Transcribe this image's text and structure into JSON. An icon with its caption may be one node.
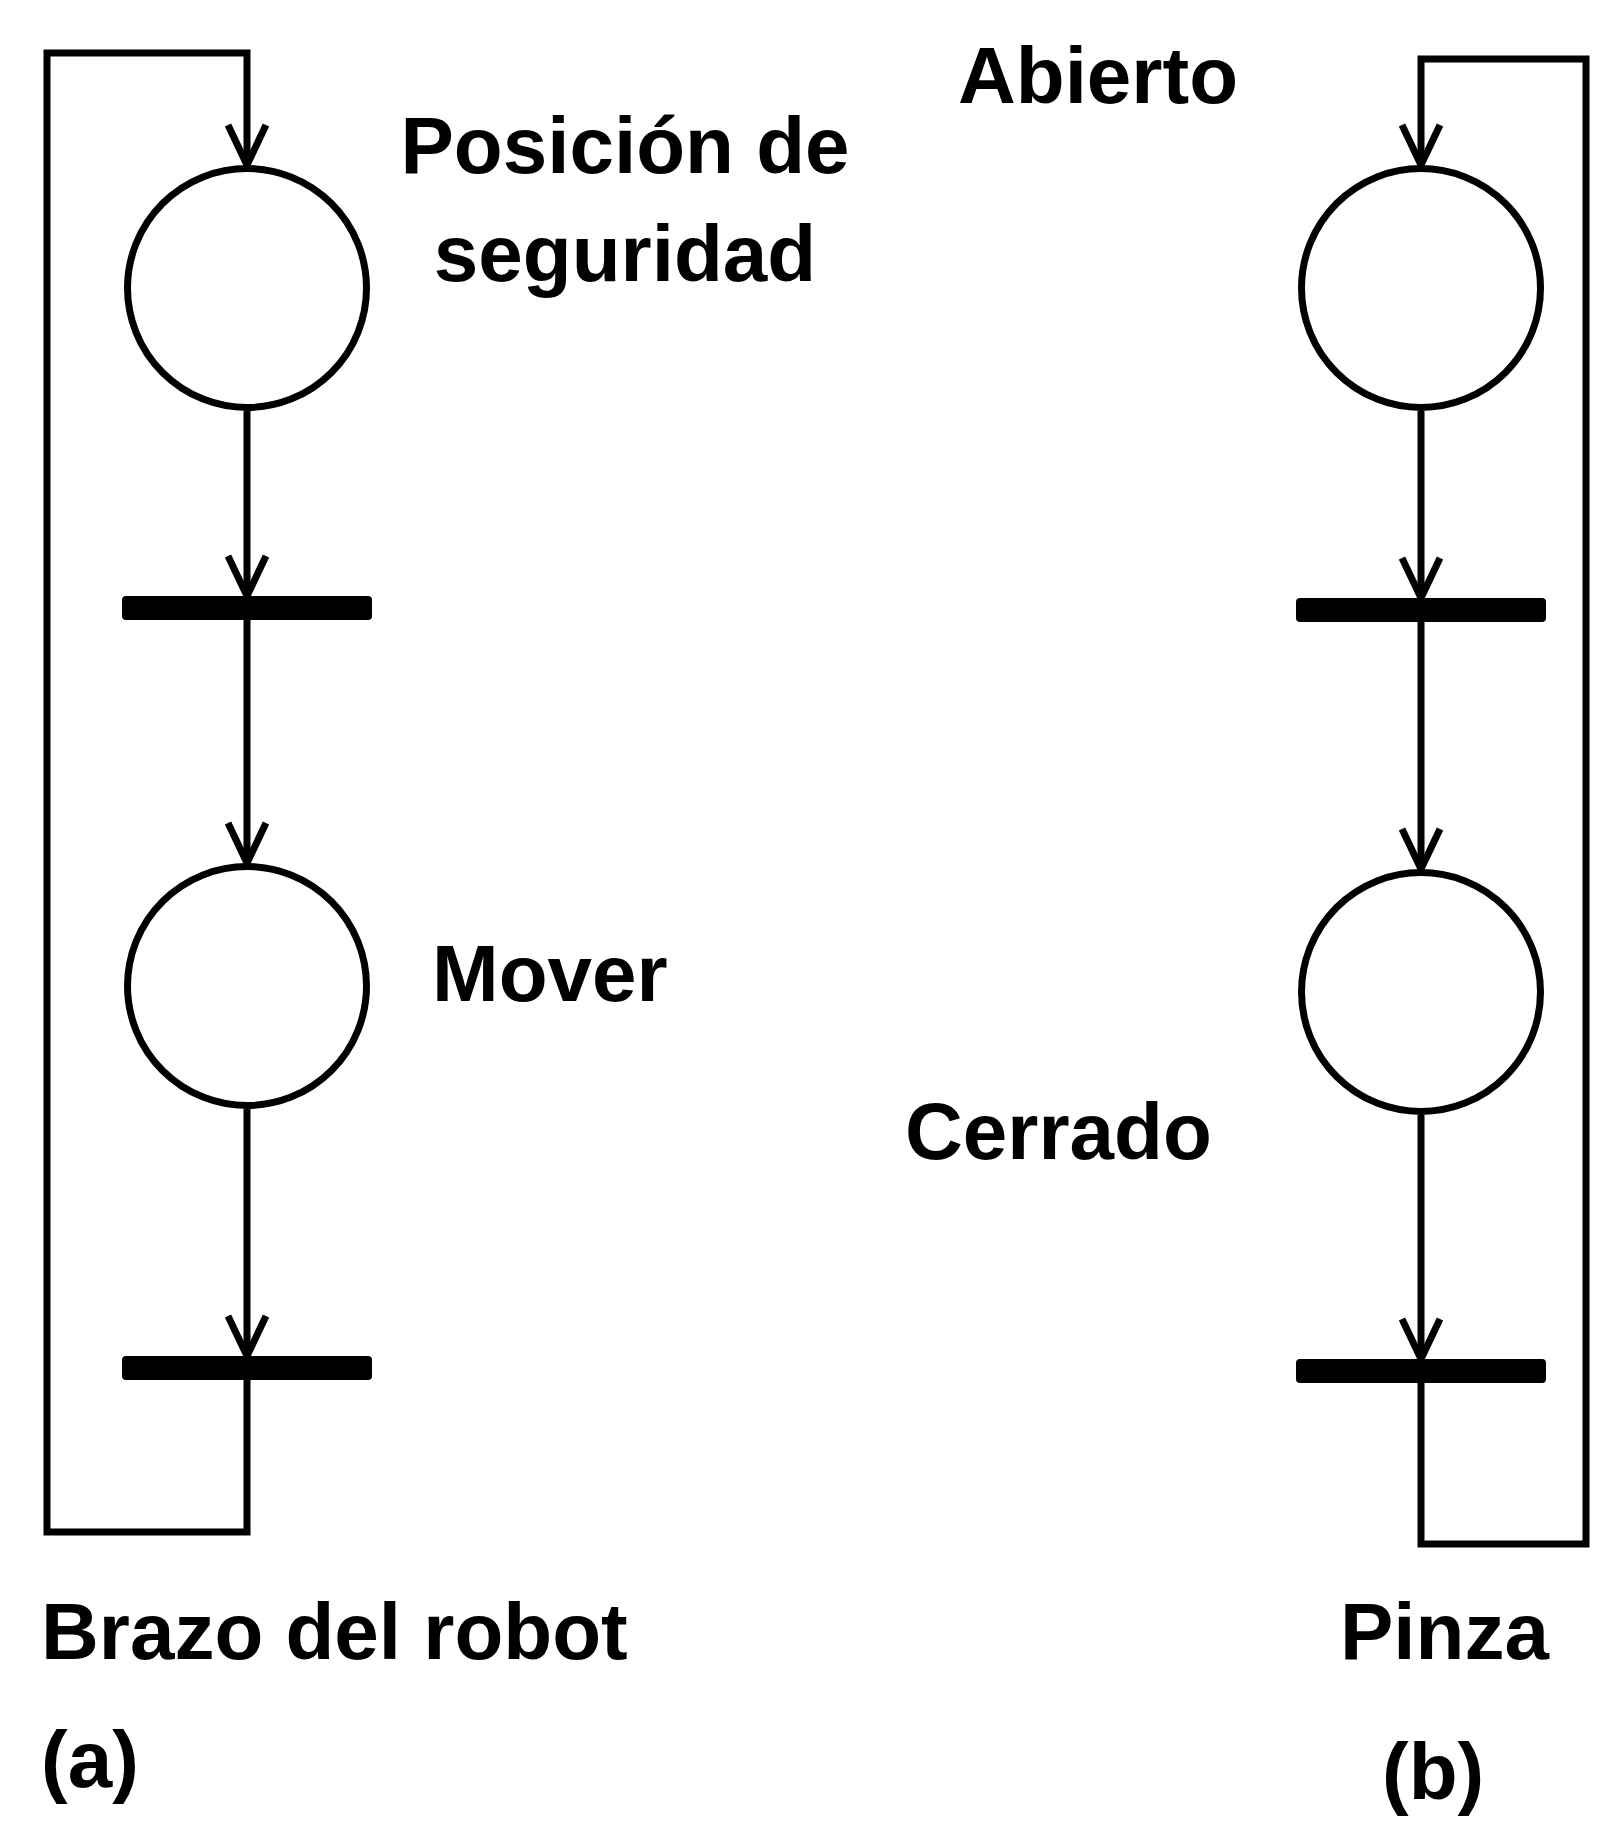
{
  "diagram": {
    "nodes": [
      {
        "text": [],
        "shape": "circle",
        "beside": [
          "Posición de seguridad"
        ]
      },
      {
        "text": [],
        "shape": "bar"
      },
      {
        "text": [],
        "shape": "circle",
        "beside": [
          "Mover"
        ]
      },
      {
        "text": [],
        "shape": "bar"
      },
      {
        "text": [],
        "shape": "circle",
        "beside": [
          "Abierto"
        ]
      },
      {
        "text": [],
        "shape": "bar"
      },
      {
        "text": [],
        "shape": "circle",
        "beside": [
          "Cerrado"
        ]
      },
      {
        "text": [],
        "shape": "bar"
      }
    ],
    "edges": [
      {
        "from": 0,
        "to": 1,
        "arrow": "to"
      },
      {
        "from": 1,
        "to": 2,
        "arrow": "to"
      },
      {
        "from": 2,
        "to": 3,
        "arrow": "to"
      },
      {
        "from": 3,
        "to": 0,
        "arrow": "to"
      },
      {
        "from": 4,
        "to": 5,
        "arrow": "to"
      },
      {
        "from": 5,
        "to": 6,
        "arrow": "to"
      },
      {
        "from": 6,
        "to": 7,
        "arrow": "to"
      },
      {
        "from": 7,
        "to": 4,
        "arrow": "to"
      }
    ],
    "labels": [
      "Brazo del robot",
      "Pinza",
      "(a)",
      "(b)"
    ]
  }
}
